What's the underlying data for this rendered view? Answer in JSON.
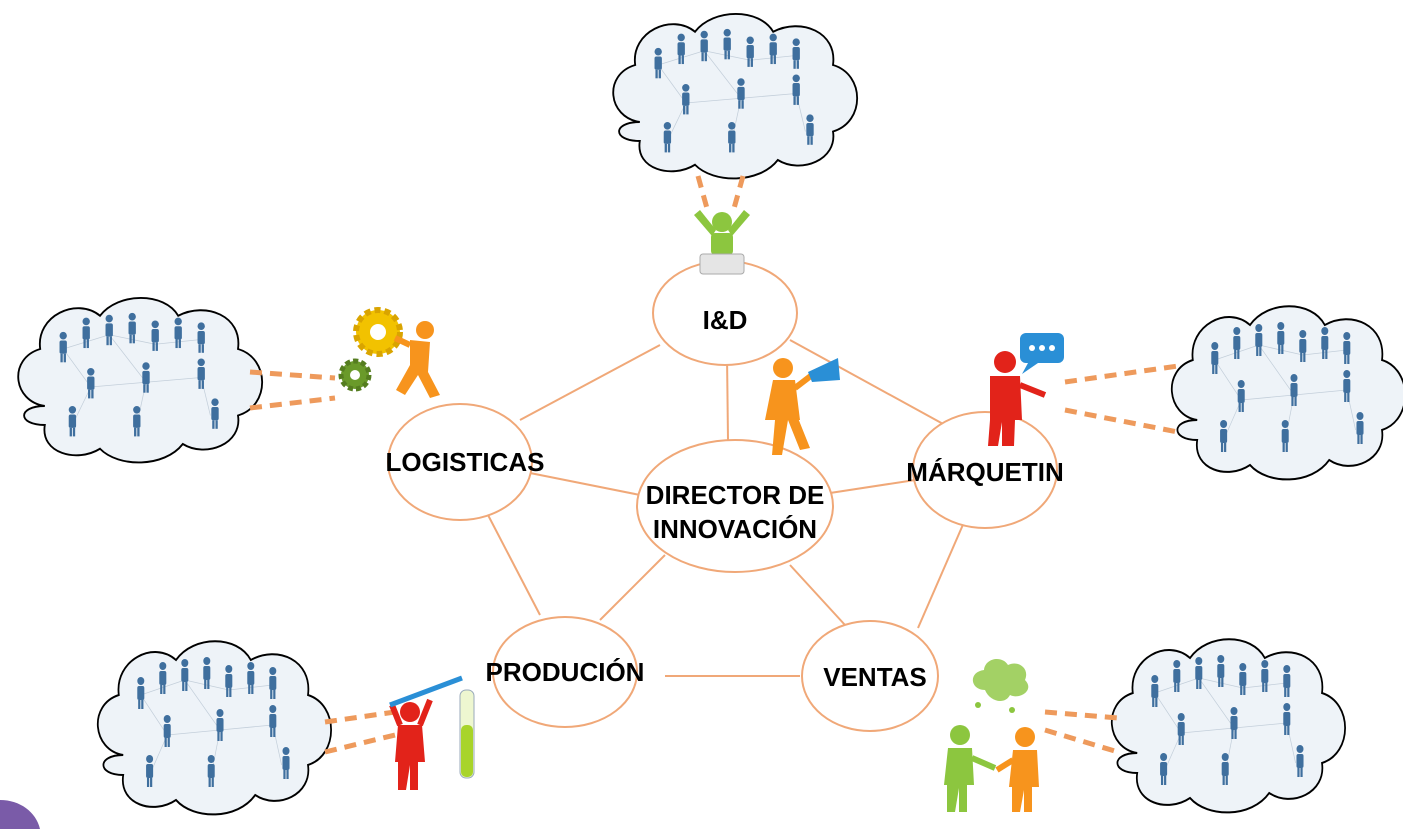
{
  "nodes": {
    "center": {
      "label_line1": "DIRECTOR DE",
      "label_line2": "INNOVACIÓN"
    },
    "id": {
      "label": "I&D"
    },
    "marketing": {
      "label": "MÁRQUETIN"
    },
    "logistics": {
      "label": "LOGISTICAS"
    },
    "production": {
      "label": "PRODUCIÓN"
    },
    "sales": {
      "label": "VENTAS"
    }
  },
  "colors": {
    "ellipse_stroke": "#f0a878",
    "connector": "#f0a878",
    "dashed_link": "#ee9a5c",
    "person_blue": "#3f6f9e",
    "cloud_fill": "#eef3f8",
    "figure_green": "#8cc63f",
    "figure_orange": "#f7941d",
    "figure_red": "#e2231a",
    "gear_yellow": "#f2c200",
    "gear_green": "#6a9a2a",
    "corner_purple": "#7a5ba8"
  },
  "icons": {
    "id": "raised-arms-laptop-person-icon",
    "center": "megaphone-person-icon",
    "marketing": "speech-bubble-person-icon",
    "logistics": "gears-push-person-icon",
    "production": "test-tube-person-icon",
    "sales": "handshake-puzzle-people-icon",
    "networks": "people-network-cloud-icon"
  }
}
